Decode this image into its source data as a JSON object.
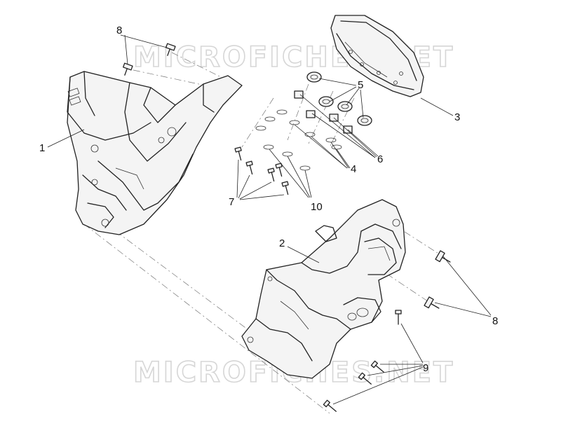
{
  "watermark": {
    "top_text": "MICROFICHES.NET",
    "bottom_text": "MICROFICHES.NET"
  },
  "callouts": {
    "c1": "1",
    "c2": "2",
    "c3": "3",
    "c4": "4",
    "c5": "5",
    "c6": "6",
    "c7": "7",
    "c8_top": "8",
    "c8_right": "8",
    "c9": "9",
    "c10": "10"
  },
  "colors": {
    "line": "#222222",
    "watermark": "#d6d6d6",
    "background": "#ffffff"
  }
}
